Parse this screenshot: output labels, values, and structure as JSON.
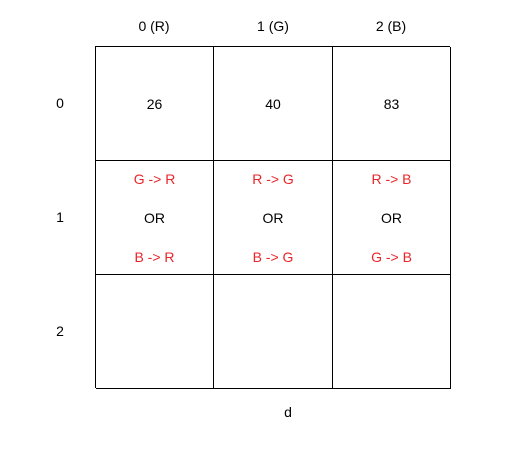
{
  "columns": [
    "0 (R)",
    "1 (G)",
    "2 (B)"
  ],
  "rows": [
    "0",
    "1",
    "2"
  ],
  "row0": [
    "26",
    "40",
    "83"
  ],
  "row1": [
    {
      "top": "G -> R",
      "mid": "OR",
      "bottom": "B -> R"
    },
    {
      "top": "R -> G",
      "mid": "OR",
      "bottom": "B -> G"
    },
    {
      "top": "R -> B",
      "mid": "OR",
      "bottom": "G -> B"
    }
  ],
  "row2": [
    "",
    "",
    ""
  ],
  "axis_label": "d",
  "colors": {
    "transition_text": "#e8262a",
    "grid_line": "#000000",
    "background": "#ffffff"
  }
}
